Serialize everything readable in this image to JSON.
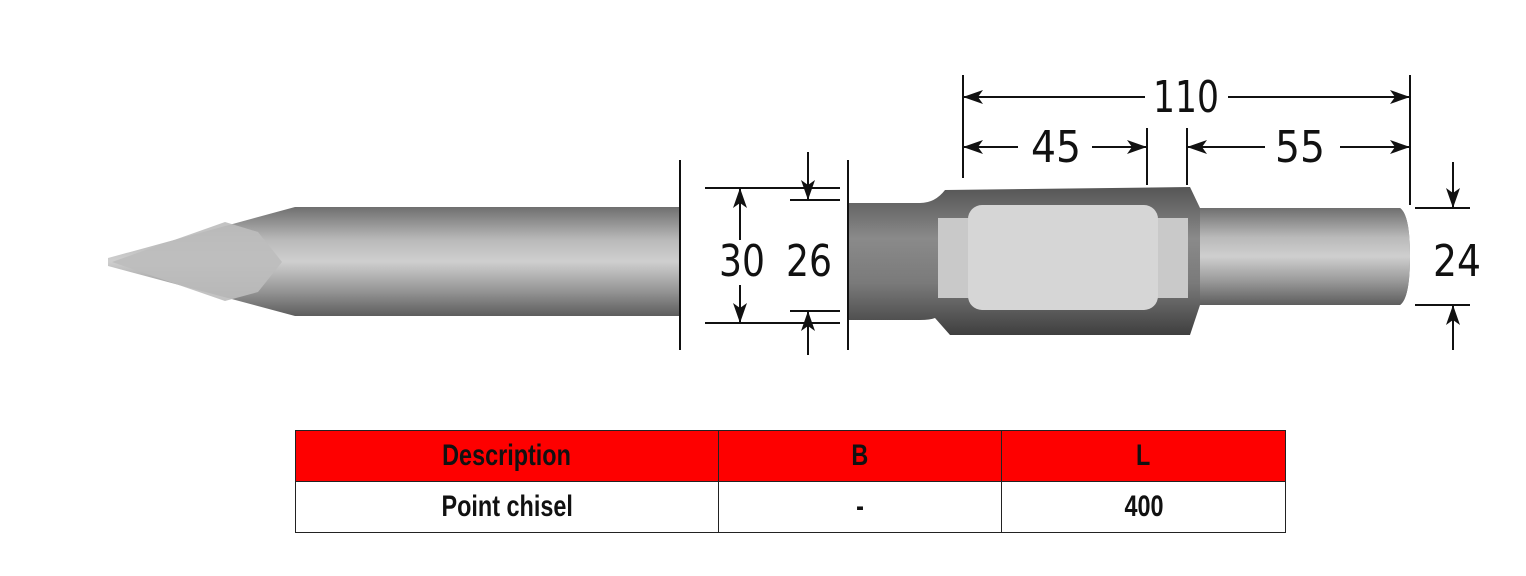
{
  "diagram": {
    "subject": "Point chisel",
    "dimensions": {
      "overall_shank_length": "110",
      "collar_length": "45",
      "shank_end_length": "55",
      "shaft_diameter": "30",
      "neck_diameter": "26",
      "shank_diameter": "24"
    }
  },
  "table": {
    "headers": [
      "Description",
      "B",
      "L"
    ],
    "rows": [
      [
        "Point chisel",
        "-",
        "400"
      ]
    ],
    "header_color": "#fe0000"
  }
}
